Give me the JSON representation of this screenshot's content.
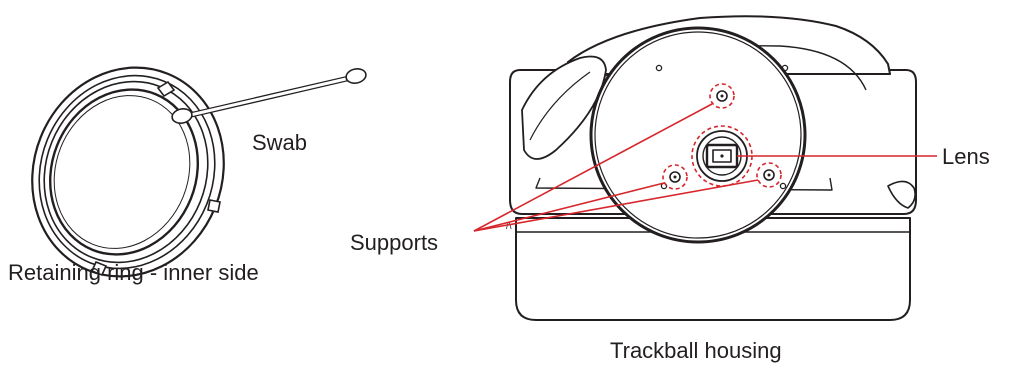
{
  "labels": {
    "swab": "Swab",
    "retaining_ring": "Retaining ring - inner side",
    "supports": "Supports",
    "lens": "Lens",
    "trackball_housing": "Trackball housing"
  },
  "colors": {
    "line": "#231f20",
    "callout": "#d7262c"
  }
}
